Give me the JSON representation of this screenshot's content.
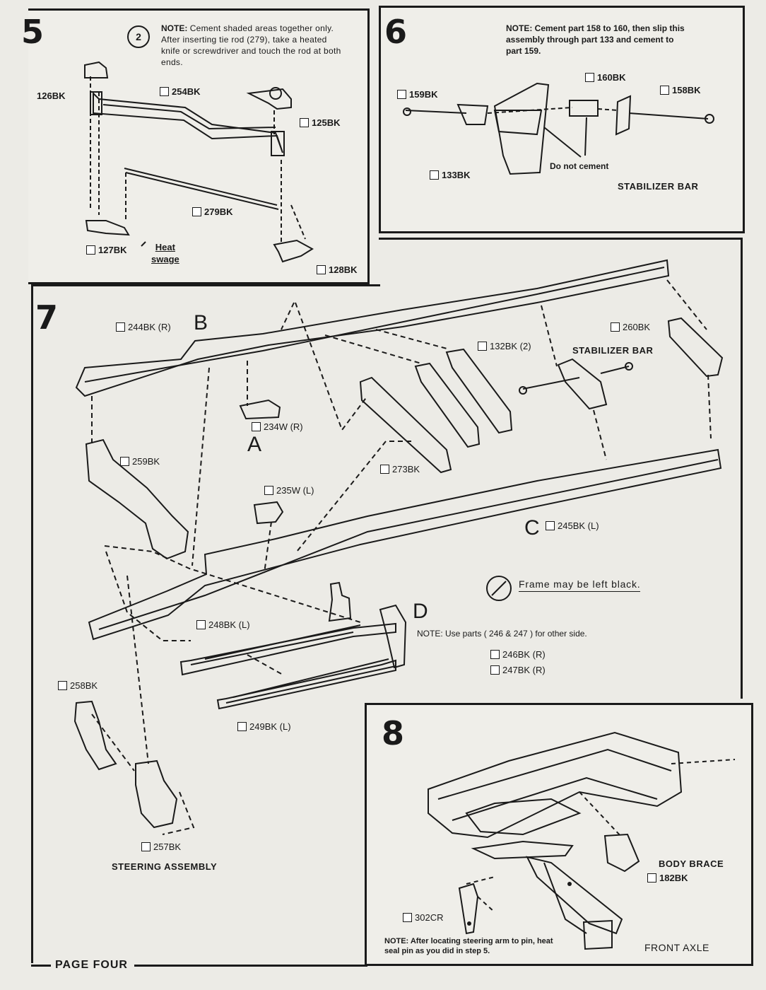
{
  "step5": {
    "number": "5",
    "circle_num": "2",
    "note_label": "NOTE:",
    "note_text": "Cement shaded areas together only. After inserting tie rod (279), take a heated knife or screwdriver and touch the rod at both ends.",
    "parts": [
      "126BK",
      "254BK",
      "125BK",
      "279BK",
      "127BK",
      "128BK"
    ],
    "heat_swage": [
      "Heat",
      "swage"
    ]
  },
  "step6": {
    "number": "6",
    "note": "NOTE: Cement part 158 to 160, then slip this assembly through part 133 and cement to part 159.",
    "parts": [
      "160BK",
      "159BK",
      "158BK",
      "133BK"
    ],
    "do_not_cement": "Do not cement",
    "title": "STABILIZER BAR"
  },
  "step7": {
    "number": "7",
    "parts": {
      "p244": "244BK (R)",
      "p260": "260BK",
      "p132": "132BK (2)",
      "p234": "234W (R)",
      "p259": "259BK",
      "p273": "273BK",
      "p235": "235W (L)",
      "p245": "245BK (L)",
      "p248": "248BK (L)",
      "p246": "246BK (R)",
      "p247": "247BK (R)",
      "p249": "249BK (L)",
      "p258": "258BK",
      "p257": "257BK"
    },
    "letters": {
      "a": "A",
      "b": "B",
      "c": "C",
      "d": "D"
    },
    "stabilizer": "STABILIZER BAR",
    "frame_note": "Frame may be left black.",
    "note_d": "NOTE: Use parts ( 246 & 247 ) for other side.",
    "steering": "STEERING ASSEMBLY"
  },
  "step8": {
    "number": "8",
    "body_brace": "BODY BRACE",
    "p182": "182BK",
    "p302": "302CR",
    "front_axle": "FRONT AXLE",
    "note": "NOTE: After locating steering arm to pin, heat seal pin as you did in step 5."
  },
  "footer": "PAGE FOUR"
}
